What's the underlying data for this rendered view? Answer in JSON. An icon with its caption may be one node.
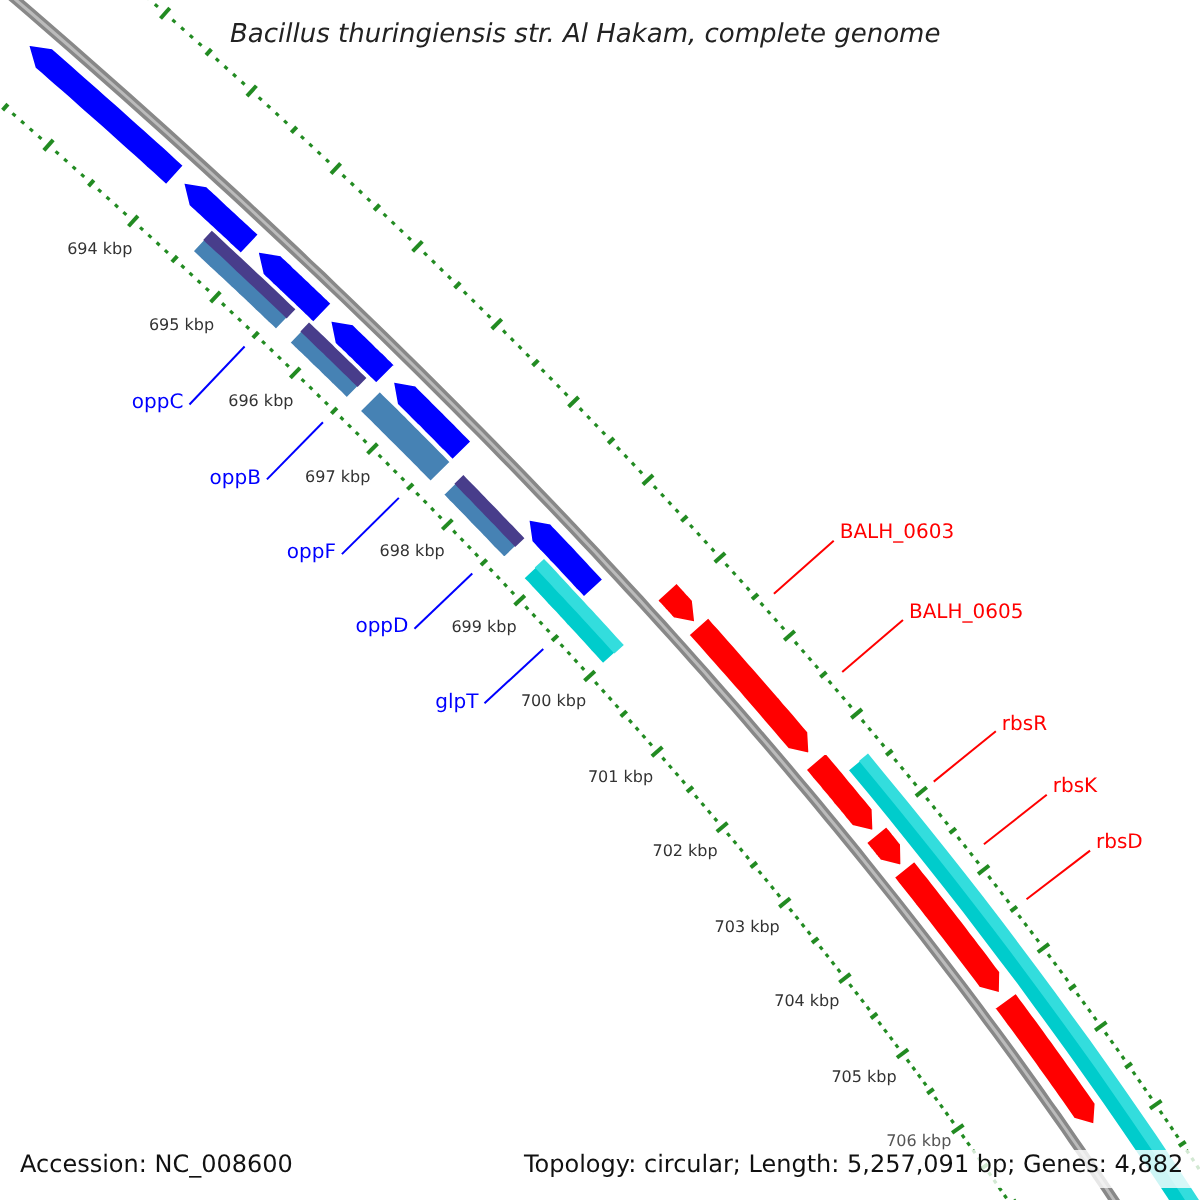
{
  "diagram": {
    "title": "Bacillus thuringiensis str. Al Hakam, complete genome",
    "nodes": [
      {
        "text": [
          "oppC"
        ]
      },
      {
        "text": [
          "oppB"
        ]
      },
      {
        "text": [
          "oppF"
        ]
      },
      {
        "text": [
          "oppD"
        ]
      },
      {
        "text": [
          "glpT"
        ]
      },
      {
        "text": [
          "BALH_0603"
        ]
      },
      {
        "text": [
          "BALH_0605"
        ]
      },
      {
        "text": [
          "rbsR"
        ]
      },
      {
        "text": [
          "rbsK"
        ]
      },
      {
        "text": [
          "rbsD"
        ]
      }
    ],
    "edges": [
      {
        "from": 0,
        "to": null,
        "arrow": "none"
      },
      {
        "from": 1,
        "to": null,
        "arrow": "none"
      },
      {
        "from": 2,
        "to": null,
        "arrow": "none"
      },
      {
        "from": 3,
        "to": null,
        "arrow": "none"
      },
      {
        "from": 4,
        "to": null,
        "arrow": "none"
      },
      {
        "from": 5,
        "to": null,
        "arrow": "none",
        "color": "#ff0000"
      },
      {
        "from": 6,
        "to": null,
        "arrow": "none",
        "color": "#ff0000"
      },
      {
        "from": 7,
        "to": null,
        "arrow": "none",
        "color": "#ff0000"
      },
      {
        "from": 8,
        "to": null,
        "arrow": "none",
        "color": "#ff0000"
      },
      {
        "from": 9,
        "to": null,
        "arrow": "none",
        "color": "#ff0000"
      }
    ],
    "labels": [
      "694 kbp",
      "695 kbp",
      "696 kbp",
      "697 kbp",
      "698 kbp",
      "699 kbp",
      "700 kbp",
      "701 kbp",
      "702 kbp",
      "703 kbp",
      "704 kbp",
      "705 kbp",
      "706 kbp",
      "Accession: NC_008600",
      "Topology: circular; Length: 5,257,091 bp; Genes: 4,882"
    ]
  }
}
